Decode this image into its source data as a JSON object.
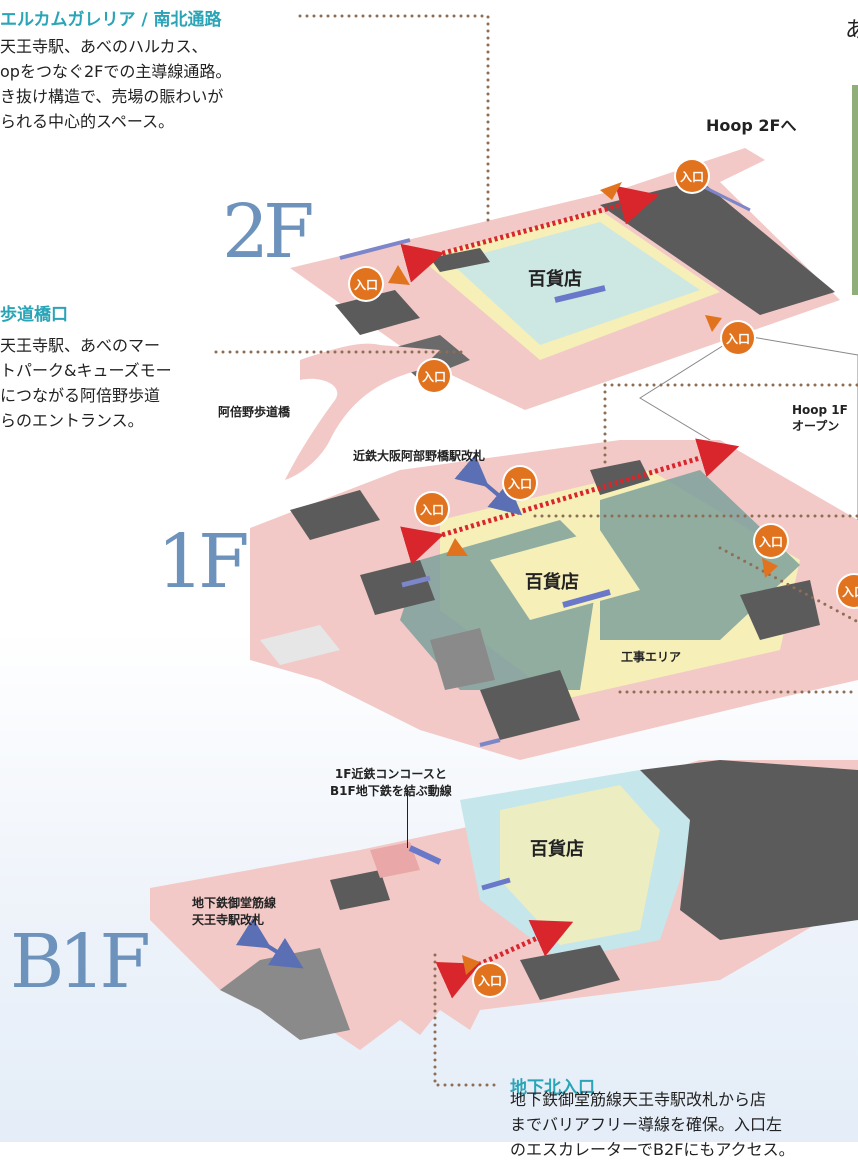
{
  "callouts": {
    "galleria": {
      "title": "エルカムガレリア / 南北通路",
      "lines": [
        "天王寺駅、あべのハルカス、",
        "opをつなぐ2Fでの主導線通路。",
        "き抜け構造で、売場の賑わいが",
        "られる中心的スペース。"
      ]
    },
    "bridge": {
      "title": "歩道橋口",
      "lines": [
        "天王寺駅、あべのマー",
        "トパーク&キューズモー",
        "につながる阿倍野歩道",
        "らのエントランス。"
      ]
    },
    "underground": {
      "title": "地下北入口",
      "lines": [
        "地下鉄御堂筋線天王寺駅改札から店",
        "までバリアフリー導線を確保。入口左",
        "のエスカレーターでB2Fにもアクセス。"
      ]
    }
  },
  "floors": {
    "f2": "2F",
    "f1": "1F",
    "b1": "B1F"
  },
  "map_labels": {
    "hoop_2f": "Hoop 2Fへ",
    "hoop_1f_line1": "Hoop 1F",
    "hoop_1f_line2": "オープン",
    "abeno_bridge": "阿倍野歩道橋",
    "kintetsu_gate": "近鉄大阪阿部野橋駅改札",
    "construction": "工事エリア",
    "concourse_line1": "1F近鉄コンコースと",
    "concourse_line2": "B1F地下鉄を結ぶ動線",
    "subway_gate_line1": "地下鉄御堂筋線",
    "subway_gate_line2": "天王寺駅改札",
    "top_fragment": "あ"
  },
  "department_store": "百貨店",
  "entrance_label": "入口",
  "colors": {
    "accent_teal": "#2aa4b7",
    "entrance_orange": "#e2731e",
    "floor_pink": "#f2c9c6",
    "dept_yellow": "#f6efb8",
    "dept_blue": "#c5e6ea",
    "dark_block": "#5b5b5b",
    "floor_label_blue": "#6d93bd",
    "arrow_red": "#d8262c",
    "arrow_blue": "#5b6fb5",
    "dotted_line": "#8d6e55"
  }
}
